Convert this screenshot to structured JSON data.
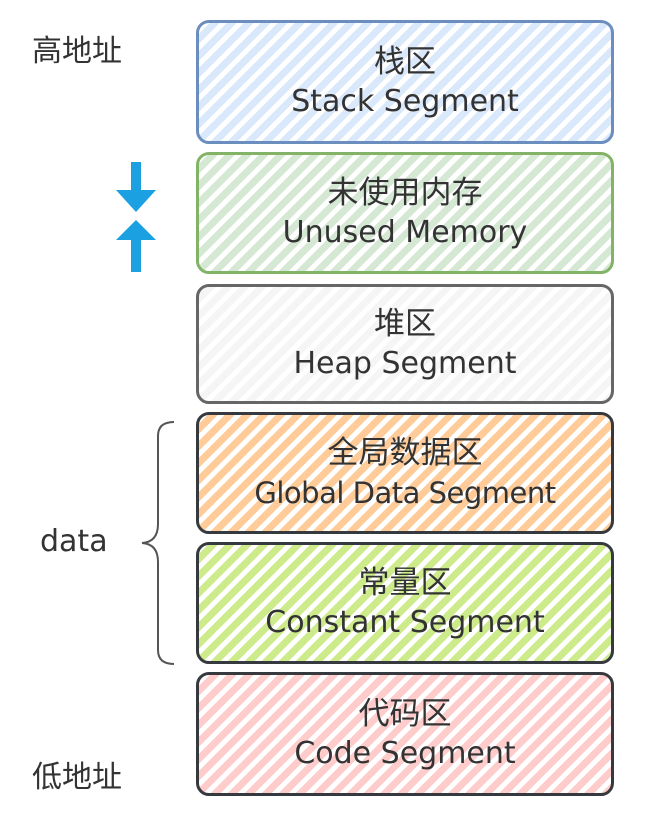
{
  "labels": {
    "high_address": "高地址",
    "low_address": "低地址",
    "data": "data"
  },
  "segments": [
    {
      "cn": "栈区",
      "en": "Stack Segment",
      "fill": "#dae8fc",
      "border": "#6c8ebf"
    },
    {
      "cn": "未使用内存",
      "en": "Unused Memory",
      "fill": "#d5e8d4",
      "border": "#82b366"
    },
    {
      "cn": "堆区",
      "en": "Heap Segment",
      "fill": "#f5f5f5",
      "border": "#666666"
    },
    {
      "cn": "全局数据区",
      "en": "Global Data Segment",
      "fill": "#ffcc99",
      "border": "#36393d"
    },
    {
      "cn": "常量区",
      "en": "Constant Segment",
      "fill": "#cdeb8b",
      "border": "#36393d"
    },
    {
      "cn": "代码区",
      "en": "Code Segment",
      "fill": "#ffcccc",
      "border": "#36393d"
    }
  ],
  "arrow_color": "#1ba1e2"
}
